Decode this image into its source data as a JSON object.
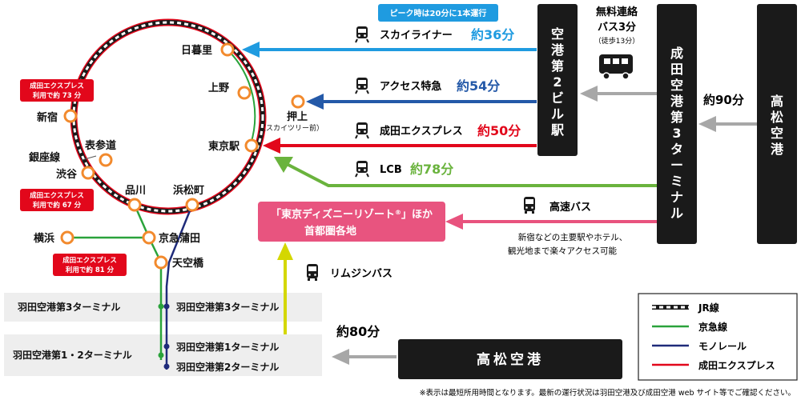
{
  "colors": {
    "jr": "#1a1a1a",
    "keikyu": "#2aa33b",
    "monorail": "#1f2b7a",
    "nex": "#e2071b",
    "skyliner": "#1f9be0",
    "access": "#2459a8",
    "lcb": "#6ab33d",
    "bus": "#e8537e",
    "limo": "#d4d700",
    "gray_arrow": "#a7a7a7",
    "station_ring": "#f28a2d",
    "box_dark": "#1a1a1a",
    "band": "#eeeeee",
    "disney_box": "#e8547f"
  },
  "stations": {
    "nippori": "日暮里",
    "ueno": "上野",
    "oshiage": "押上",
    "oshiage_sub": "（スカイツリー前）",
    "tokyo": "東京駅",
    "shinjuku": "新宿",
    "omotesando": "表参道",
    "ginza_line": "銀座線",
    "shibuya": "渋谷",
    "shinagawa": "品川",
    "hamamatsucho": "浜松町",
    "yokohama": "横浜",
    "keikyu_kamata": "京急蒲田",
    "tenkubashi": "天空橋"
  },
  "notes": {
    "shinjuku_line1": "成田エクスプレス",
    "shinjuku_line2": "利用で約 73 分",
    "shibuya_line1": "成田エクスプレス",
    "shibuya_line2": "利用で約 67 分",
    "yokohama_line1": "成田エクスプレス",
    "yokohama_line2": "利用で約 81 分"
  },
  "routes": {
    "peak_badge": "ピーク時は20分に1本運行",
    "skyliner_name": "スカイライナー",
    "skyliner_time": "約36分",
    "access_name": "アクセス特急",
    "access_time": "約54分",
    "nex_name": "成田エクスプレス",
    "nex_time": "約50分",
    "lcb_name": "LCB",
    "lcb_time": "約78分",
    "bus_name": "高速バス",
    "bus_desc1": "新宿などの主要駅やホテル、",
    "bus_desc2": "観光地まで楽々アクセス可能",
    "limo_name": "リムジンバス",
    "haneda_time": "約80分",
    "narita_time": "約90分"
  },
  "shuttle": {
    "line1": "無料連絡",
    "line2": "バス3分",
    "line3": "（徒歩13分）"
  },
  "boxes": {
    "narita_t2": [
      "空",
      "港",
      "第",
      "2",
      "ビ",
      "ル",
      "駅"
    ],
    "narita_t3": [
      "成",
      "田",
      "空",
      "港",
      "第",
      "3",
      "タ",
      "ー",
      "ミ",
      "ナ",
      "ル"
    ],
    "takamatsu_vertical": [
      "高",
      "松",
      "空",
      "港"
    ],
    "takamatsu_horizontal": "高松空港",
    "disney_line1": "「東京ディズニーリゾート",
    "disney_mark": "®",
    "disney_line1_end": "」ほか",
    "disney_line2": "首都圏各地"
  },
  "haneda": {
    "t3_left": "羽田空港第3ターミナル",
    "t3_right": "羽田空港第3ターミナル",
    "t12_left": "羽田空港第1・2ターミナル",
    "t1_right": "羽田空港第1ターミナル",
    "t2_right": "羽田空港第2ターミナル"
  },
  "legend": {
    "jr": "JR線",
    "keikyu": "京急線",
    "monorail": "モノレール",
    "nex": "成田エクスプレス"
  },
  "footnote": "※表示は最短所用時間となります。最新の運行状況は羽田空港及び成田空港 web サイト等でご確認ください。"
}
